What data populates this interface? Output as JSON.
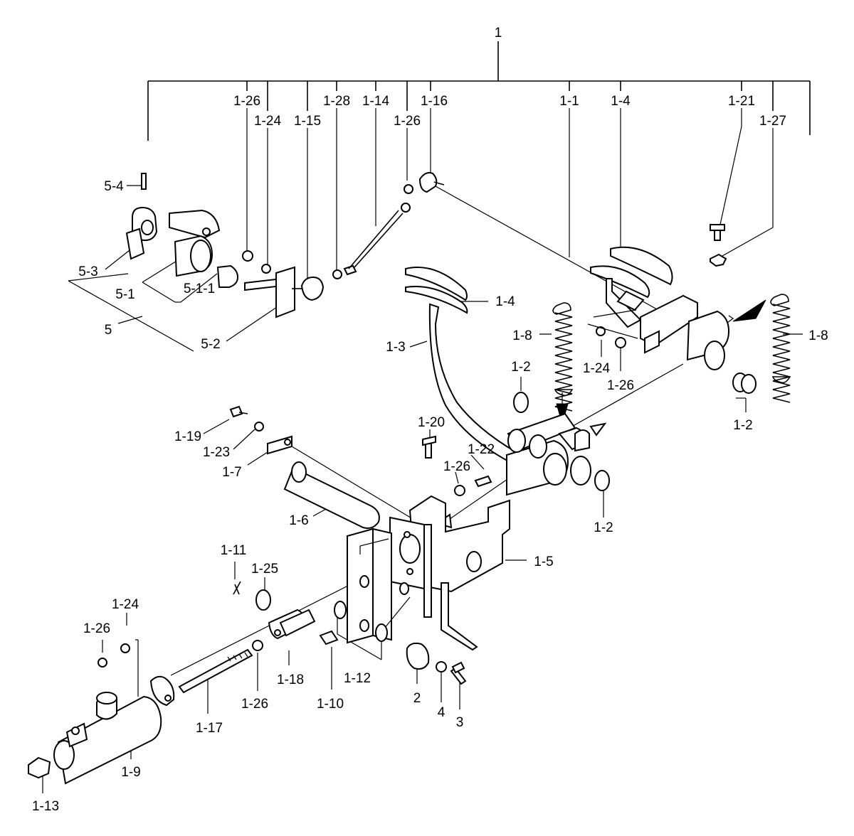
{
  "diagram": {
    "labels": {
      "root": "1",
      "l_1_26_a": "1-26",
      "l_1_24_a": "1-24",
      "l_1_15": "1-15",
      "l_1_28": "1-28",
      "l_1_14": "1-14",
      "l_1_26_b": "1-26",
      "l_1_16": "1-16",
      "l_1_1": "1-1",
      "l_1_4_a": "1-4",
      "l_1_21": "1-21",
      "l_1_27": "1-27",
      "l_5_4": "5-4",
      "l_5_3": "5-3",
      "l_5_1": "5-1",
      "l_5_1_1": "5-1-1",
      "l_5": "5",
      "l_5_2": "5-2",
      "l_1_4_b": "1-4",
      "l_1_3": "1-3",
      "l_1_8_a": "1-8",
      "l_1_8_b": "1-8",
      "l_1_2_a": "1-2",
      "l_1_24_b": "1-24",
      "l_1_26_c": "1-26",
      "l_1_2_b": "1-2",
      "l_1_2_c": "1-2",
      "l_1_19": "1-19",
      "l_1_23": "1-23",
      "l_1_7": "1-7",
      "l_1_20": "1-20",
      "l_1_22": "1-22",
      "l_1_26_d": "1-26",
      "l_1_6": "1-6",
      "l_1_5": "1-5",
      "l_1_11": "1-11",
      "l_1_25": "1-25",
      "l_1_24_c": "1-24",
      "l_1_26_e": "1-26",
      "l_1_18": "1-18",
      "l_1_26_f": "1-26",
      "l_1_10": "1-10",
      "l_1_12": "1-12",
      "l_2": "2",
      "l_4": "4",
      "l_3": "3",
      "l_1_17": "1-17",
      "l_1_9": "1-9",
      "l_1_13": "1-13"
    }
  }
}
